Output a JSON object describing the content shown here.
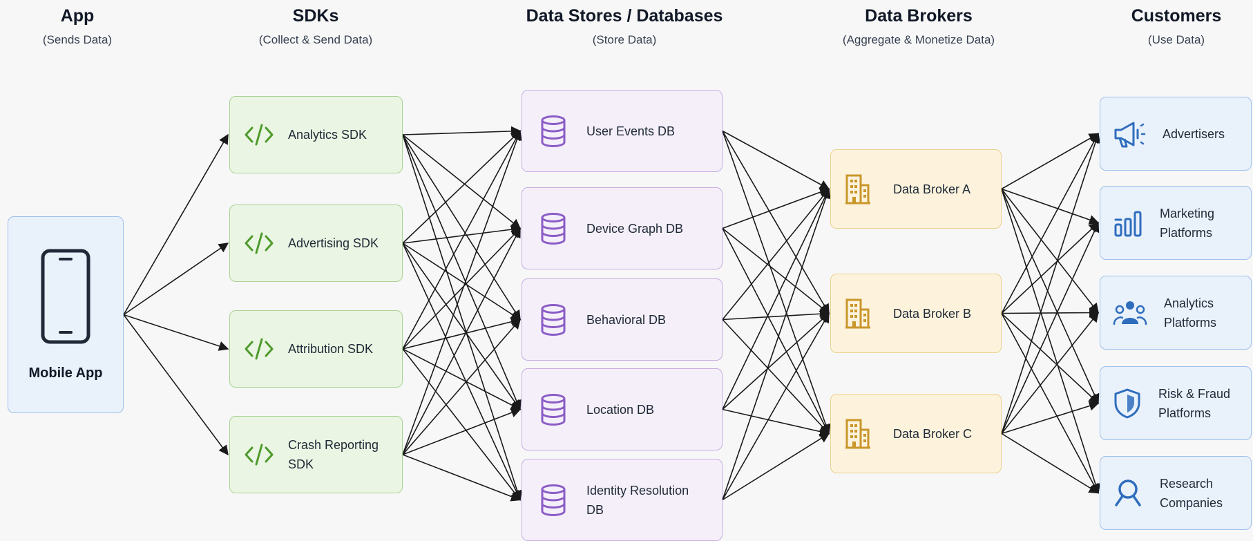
{
  "columns": [
    {
      "title": "App",
      "subtitle": "(Sends Data)"
    },
    {
      "title": "SDKs",
      "subtitle": "(Collect & Send Data)"
    },
    {
      "title": "Data Stores / Databases",
      "subtitle": "(Store Data)"
    },
    {
      "title": "Data Brokers",
      "subtitle": "(Aggregate & Monetize Data)"
    },
    {
      "title": "Customers",
      "subtitle": "(Use Data)"
    }
  ],
  "app": {
    "label": "Mobile App",
    "icon": "smartphone-icon"
  },
  "sdks": [
    {
      "label": "Analytics SDK",
      "icon": "code-icon"
    },
    {
      "label": "Advertising SDK",
      "icon": "code-icon"
    },
    {
      "label": "Attribution SDK",
      "icon": "code-icon"
    },
    {
      "label": "Crash Reporting\nSDK",
      "icon": "code-icon"
    }
  ],
  "databases": [
    {
      "label": "User Events DB",
      "icon": "database-icon"
    },
    {
      "label": "Device Graph DB",
      "icon": "database-icon"
    },
    {
      "label": "Behavioral DB",
      "icon": "database-icon"
    },
    {
      "label": "Location DB",
      "icon": "database-icon"
    },
    {
      "label": "Identity Resolution\nDB",
      "icon": "database-icon"
    }
  ],
  "brokers": [
    {
      "label": "Data Broker A",
      "icon": "building-icon"
    },
    {
      "label": "Data Broker B",
      "icon": "building-icon"
    },
    {
      "label": "Data Broker C",
      "icon": "building-icon"
    }
  ],
  "customers": [
    {
      "label": "Advertisers",
      "icon": "megaphone-icon"
    },
    {
      "label": "Marketing\nPlatforms",
      "icon": "bar-chart-icon"
    },
    {
      "label": "Analytics\nPlatforms",
      "icon": "users-icon"
    },
    {
      "label": "Risk & Fraud\nPlatforms",
      "icon": "shield-icon"
    },
    {
      "label": "Research\nCompanies",
      "icon": "magnifier-icon"
    }
  ],
  "colors": {
    "arrow": "#1a1a1a",
    "sdk_icon": "#4e9a2c",
    "db_icon": "#8b5cc6",
    "broker_icon": "#c9962a",
    "customer_icon": "#2f6dbd",
    "phone_icon": "#1f2937"
  },
  "connections": "each node connects to every node in the next column"
}
